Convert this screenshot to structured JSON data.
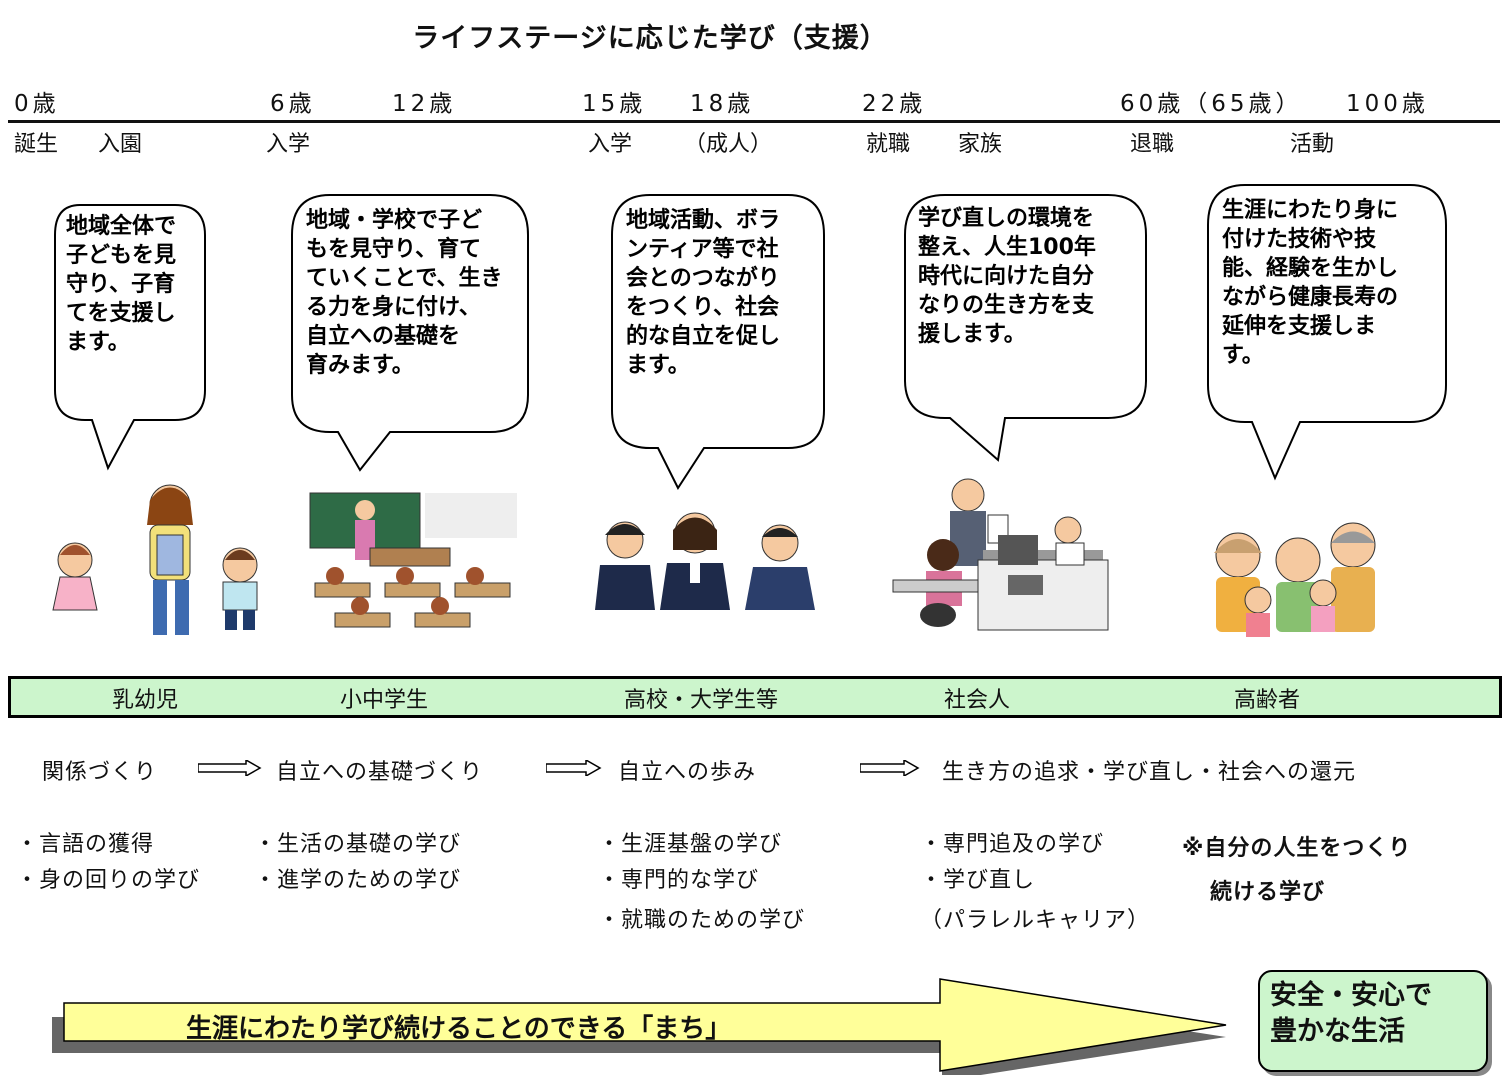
{
  "title": "ライフステージに応じた学び（支援）",
  "timeline": {
    "ages": [
      "0歳",
      "6歳",
      "12歳",
      "15歳",
      "18歳",
      "22歳",
      "60歳（65歳）",
      "100歳"
    ],
    "events": [
      "誕生",
      "入園",
      "入学",
      "入学",
      "（成人）",
      "就職",
      "家族",
      "退職",
      "活動"
    ]
  },
  "bubbles": [
    {
      "lines": [
        "地域全体で",
        "子どもを見",
        "守り、子育",
        "てを支援し",
        "ます。"
      ]
    },
    {
      "lines": [
        "地域・学校で子ど",
        "もを見守り、育て",
        "ていくことで、生き",
        "る力を身に付け、",
        "自立への基礎を",
        "育みます。"
      ]
    },
    {
      "lines": [
        "地域活動、ボラ",
        "ンティア等で社",
        "会とのつながり",
        "をつくり、社会",
        "的な自立を促し",
        "ます。"
      ]
    },
    {
      "lines": [
        "学び直しの環境を",
        "整え、人生100年",
        "時代に向けた自分",
        "なりの生き方を支",
        "援します。"
      ]
    },
    {
      "lines": [
        "生涯にわたり身に",
        "付けた技術や技",
        "能、経験を生かし",
        "ながら健康長寿の",
        "延伸を支援しま",
        "す。"
      ]
    }
  ],
  "illustrations": [
    {
      "icon": "teacher-with-children-icon"
    },
    {
      "icon": "classroom-icon"
    },
    {
      "icon": "students-talking-icon"
    },
    {
      "icon": "office-workers-icon"
    },
    {
      "icon": "elderly-family-icon"
    }
  ],
  "stages": [
    "乳幼児",
    "小中学生",
    "高校・大学生等",
    "社会人",
    "高齢者"
  ],
  "flow": [
    "関係づくり",
    "自立への基礎づくり",
    "自立への歩み",
    "生き方の追求・学び直し・社会への還元"
  ],
  "learning": [
    [
      "・言語の獲得",
      "・身の回りの学び"
    ],
    [
      "・生活の基礎の学び",
      "・進学のための学び"
    ],
    [
      "・生涯基盤の学び",
      "・専門的な学び",
      "・就職のための学び"
    ],
    [
      "・専門追及の学び",
      "・学び直し",
      "（パラレルキャリア）"
    ]
  ],
  "note": [
    "※自分の人生をつくり",
    "続ける学び"
  ],
  "banner": "生涯にわたり学び続けることのできる「まち」",
  "goal": [
    "安全・安心で",
    "豊かな生活"
  ],
  "colors": {
    "stage_bar": "#ccf5cc",
    "banner_arrow": "#ffff99",
    "goal_box": "#ccf5cc"
  }
}
